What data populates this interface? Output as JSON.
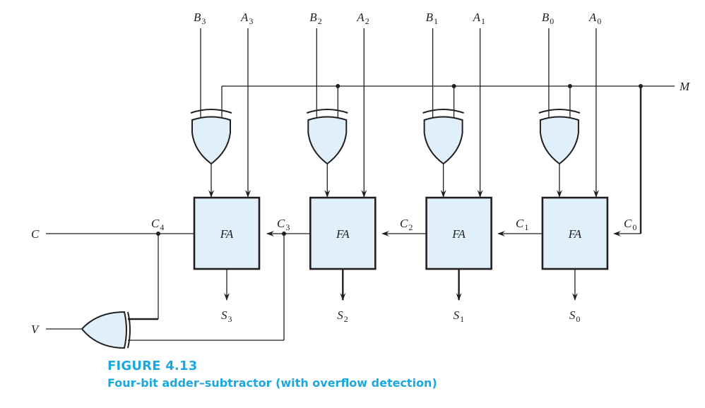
{
  "figure": {
    "number": "FIGURE 4.13",
    "title": "Four-bit adder–subtractor (with overflow detection)"
  },
  "inputs": [
    {
      "name": "B",
      "sub": "3"
    },
    {
      "name": "A",
      "sub": "3"
    },
    {
      "name": "B",
      "sub": "2"
    },
    {
      "name": "A",
      "sub": "2"
    },
    {
      "name": "B",
      "sub": "1"
    },
    {
      "name": "A",
      "sub": "1"
    },
    {
      "name": "B",
      "sub": "0"
    },
    {
      "name": "A",
      "sub": "0"
    }
  ],
  "mode_signal": "M",
  "full_adder_label": "FA",
  "carries": [
    {
      "name": "C",
      "sub": "4"
    },
    {
      "name": "C",
      "sub": "3"
    },
    {
      "name": "C",
      "sub": "2"
    },
    {
      "name": "C",
      "sub": "1"
    },
    {
      "name": "C",
      "sub": "0"
    }
  ],
  "sums": [
    {
      "name": "S",
      "sub": "3"
    },
    {
      "name": "S",
      "sub": "2"
    },
    {
      "name": "S",
      "sub": "1"
    },
    {
      "name": "S",
      "sub": "0"
    }
  ],
  "outputs": {
    "carry": "C",
    "overflow": "V"
  },
  "colors": {
    "gate_fill": "#dff0fb",
    "caption": "#1ba7e0",
    "line": "#231f20"
  }
}
